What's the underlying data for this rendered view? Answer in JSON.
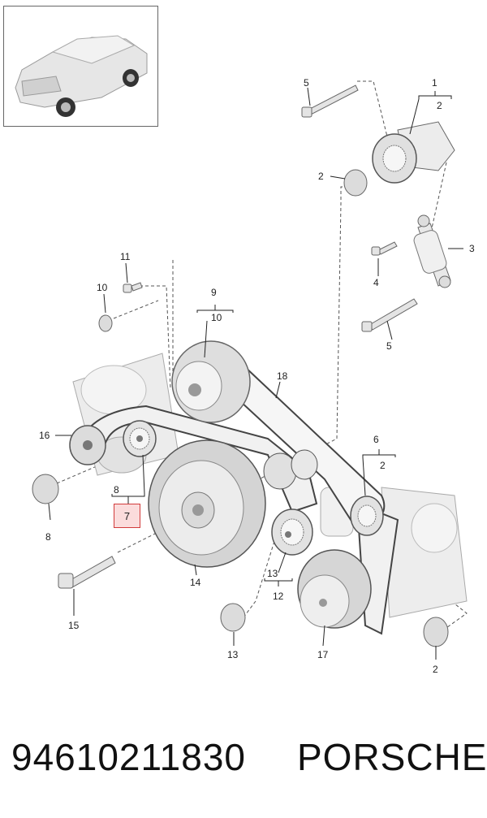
{
  "diagram": {
    "callouts": {
      "c1": "1",
      "c2a": "2",
      "c2b": "2",
      "c5a": "5",
      "c3": "3",
      "c4": "4",
      "c5b": "5",
      "c11": "11",
      "c10": "10",
      "c9": "9",
      "c10b": "10",
      "c18": "18",
      "c16": "16",
      "c6": "6",
      "c2c": "2",
      "c8a": "8",
      "c7": "7",
      "c8b": "8",
      "c14": "14",
      "c13a": "13",
      "c12": "12",
      "c15": "15",
      "c13b": "13",
      "c17": "17",
      "c2d": "2"
    },
    "highlight_color": "#d23b3b"
  },
  "footer": {
    "part_number": "94610211830",
    "brand": "PORSCHE"
  }
}
